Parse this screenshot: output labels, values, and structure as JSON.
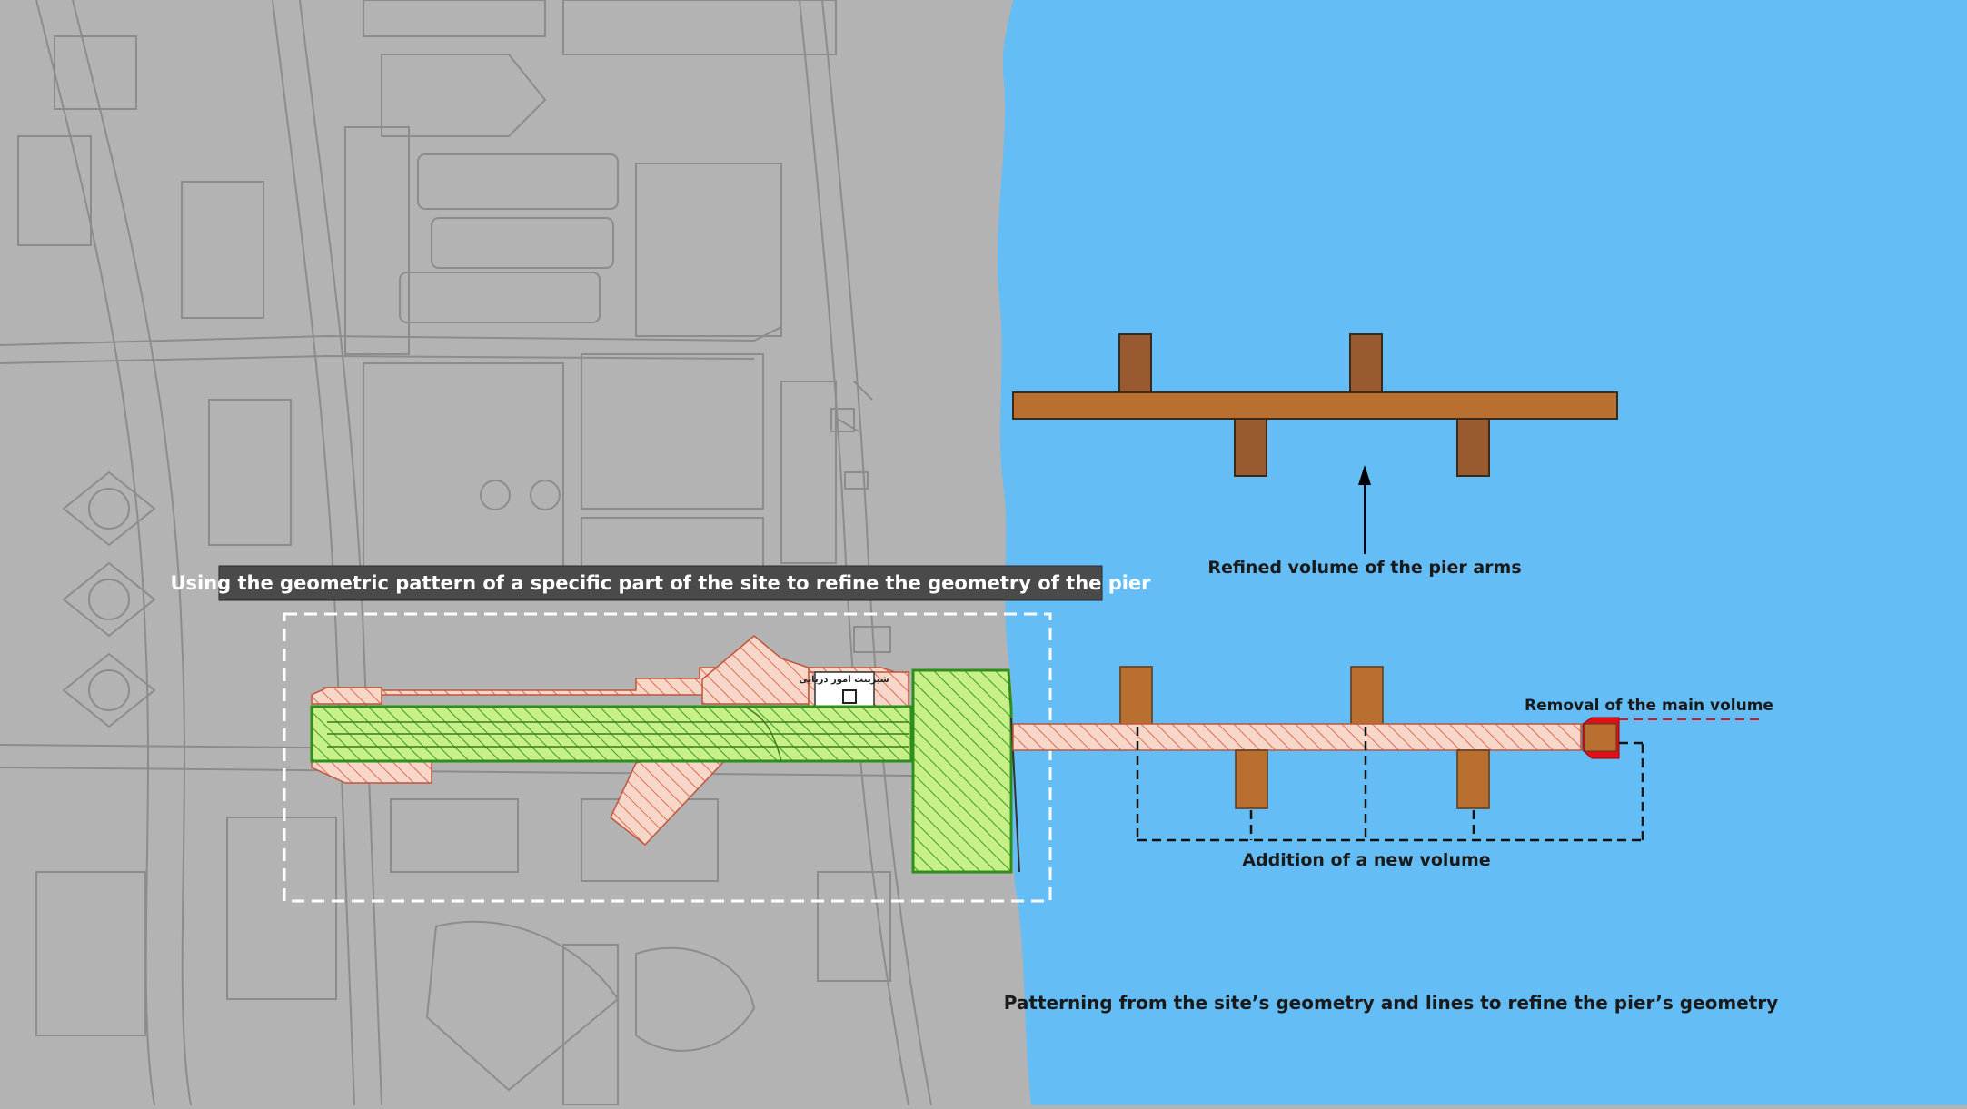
{
  "labels": {
    "pattern_caption": "Using the geometric pattern of a specific part of the site to refine the geometry of the pier",
    "refined_arms": "Refined volume of the pier arms",
    "removal": "Removal of the main volume",
    "addition": "Addition of a new volume",
    "bottom_caption": "Patterning from the site’s geometry and lines to refine the pier’s geometry",
    "building_label": "شیرینت امور دریایی"
  },
  "colors": {
    "sea": "#64bdf5",
    "land": "#b3b3b3",
    "site_lines": "#8c8c8c",
    "pier_brown": "#b86f2f",
    "arm_brown": "#9a5a30",
    "hatch_red": "#e06a50",
    "hatch_fill": "#f6d7c9",
    "green_fill": "#c7f089",
    "green_stroke": "#2e8f1c",
    "removal_red": "#e0101a",
    "caption_bg": "#4a4a4a"
  }
}
